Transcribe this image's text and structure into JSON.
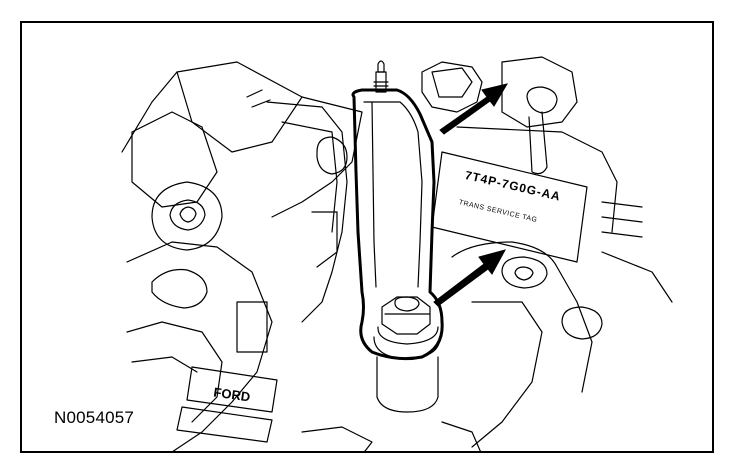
{
  "figure": {
    "id_label": "N0054057",
    "part_number_text": "7T4P-7G0G-AA",
    "tag_text": "TRANS SERVICE TAG",
    "brand_plate_text": "FORD"
  }
}
